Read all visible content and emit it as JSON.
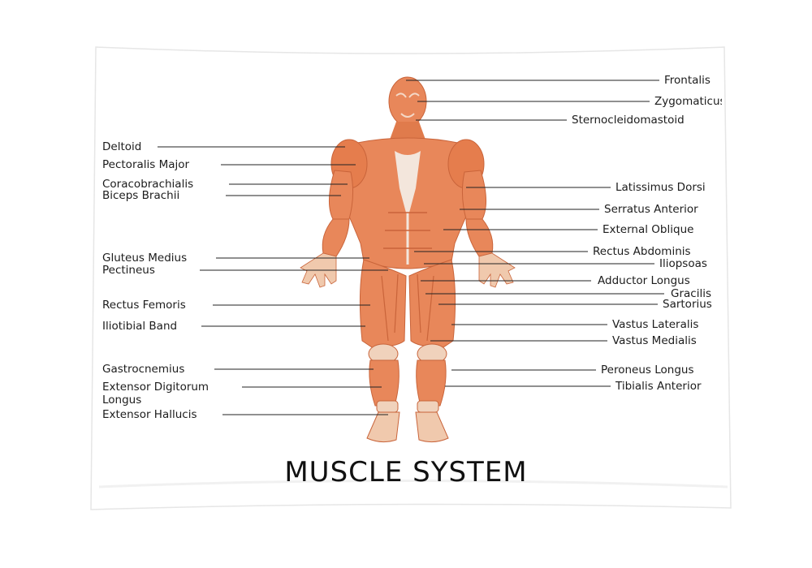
{
  "title": "MUSCLE SYSTEM",
  "colors": {
    "muscle": "#e8875a",
    "muscle_dark": "#c9643a",
    "tendon": "#efe3d8",
    "line": "#222222",
    "fabric": "#ffffff"
  },
  "labels_left": [
    "Deltoid",
    "Pectoralis Major",
    "Coracobrachialis",
    "Biceps Brachii",
    "Gluteus Medius",
    "Pectineus",
    "Rectus Femoris",
    "Iliotibial Band",
    "Gastrocnemius",
    "Extensor Digitorum",
    "Longus",
    "Extensor Hallucis"
  ],
  "labels_right": [
    "Frontalis",
    "Zygomaticus",
    "Sternocleidomastoid",
    "Latissimus Dorsi",
    "Serratus Anterior",
    "External Oblique",
    "Rectus Abdominis",
    "Iliopsoas",
    "Adductor Longus",
    "Gracilis",
    "Sartorius",
    "Vastus Lateralis",
    "Vastus Medialis",
    "Peroneus Longus",
    "Tibialis Anterior"
  ]
}
